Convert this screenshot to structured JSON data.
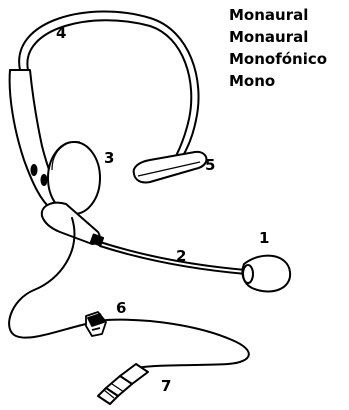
{
  "header": {
    "labels": [
      "Monaural",
      "Monaural",
      "Monofónico",
      "Mono"
    ]
  },
  "callouts": {
    "c1": "1",
    "c2": "2",
    "c3": "3",
    "c4": "4",
    "c5": "5",
    "c6": "6",
    "c7": "7"
  }
}
